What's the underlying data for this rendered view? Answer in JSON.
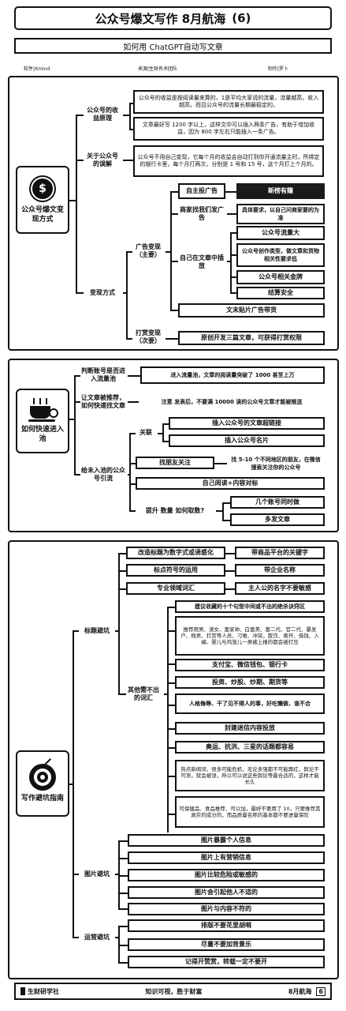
{
  "header": {
    "title": "公众号爆文写作 8月航海",
    "number": "(6)",
    "subtitle": "如何用 ChatGPT自动写文章",
    "meta_left": "软件|Xmind",
    "meta_mid": "来源|生财有术团队",
    "meta_right": "制作|罗卜"
  },
  "section1": {
    "title": "公众号爆文变现方式",
    "branches": {
      "b1": "公众号的收益原理",
      "b2": "关于公众号的误解",
      "b3": "变现方式"
    },
    "b1_items": [
      "公众号的收益是按阅读量来算的，1是平均大家说的流量，流量越高，收入越高，而且公众号的流量长期最稳定的。",
      "文章最好写 1200 字以上，这样文中可以插入两条广告，有助于增加收益，因为 800 字左右只能插入一条广告。"
    ],
    "b2_item": "公众号不用自己变现，它每个月的收益会自动打到你开通流量主时，所绑定的银行卡里，每个月打两次，分别是 1 号和 15 号，这个月打上个月的。",
    "b3_sub": {
      "ad": "广告变现（主要）",
      "tip": "打赏变现（次要）"
    },
    "ad_items": {
      "self_ad": "自主投广告",
      "business": "商家找我们发广告",
      "inline": "自己在文章中插放",
      "tail": "文末贴片广告带货"
    },
    "self_ad_detail": "新榜有赚",
    "business_detail": "具体要求，以自己问商家要的为准",
    "inline_details": [
      "公众号流量大",
      "公众号创作类型，做文章和货物相关性要求低",
      "公众号相关金牌",
      "结算安全"
    ],
    "tip_detail": "原创开发三篇文章，可获得打赏权限"
  },
  "section2": {
    "title": "如何快速进入池",
    "branches": {
      "b1": "判断账号是否进入流量池",
      "b2": "让文章被推荐，如何快速找文章",
      "b3": "给未入池的公众号引流"
    },
    "b1_item": "进入流量池，文章的阅读量突破了 1000 甚至上万",
    "b2_item": "注意 发表后，不要满 10000 读的公众号文章才能被推送",
    "b3_sub": {
      "s1": "关联",
      "s2": "找朋友关注",
      "s3": "自己阅读+内容对标",
      "s4": "提升 数量 如何取数?"
    },
    "s1_items": [
      "插入公众号的文章超链接",
      "插入公众号名片"
    ],
    "s2_item": "找 5-10 个不同地区的朋友，在微信搜索关注你的公众号",
    "s4_items": [
      "几个账号同时做",
      "多发文章"
    ]
  },
  "section3": {
    "title": "写作避坑指南",
    "branches": {
      "b1": "标题避坑",
      "b2": "图片避坑",
      "b3": "运营避坑"
    },
    "title_items": [
      "改造标题为数字式或诱惑化",
      "标点符号的运用",
      "专业领域词汇"
    ],
    "title_item_right": [
      "带商品平台的关键字",
      "带企业名称",
      "主人公的名字不要敏感"
    ],
    "sub_header": "其他需不出的词汇",
    "sub_items": [
      "建议收藏的十个句型中间或不出的绝杀诀窍区",
      "推荐用男、渣女、富家帅、白富美、富二代、官二代、暴发户、贱男、打赏等人员，刁难、冲突，欺诈、离开、借钱、入编、婴儿与鸡笼儿一类被上报的都会被打压",
      "支付宝、微信钱包、银行卡",
      "投资、炒股、炒期、期货等",
      "人格侮辱、干了见不得人的事，好吃懒做、谁不合",
      "封建迷信内容投放",
      "奥运、抗洪、三星的话题都容易",
      "热点新闻词、很多可能危机，无论多强都不可能再红，舆论不可测，就会被误，所以可以说这些舆论等最合适的，这样才能长久",
      "可保健品、食品推荐、可以加，最好不要用了 10，只要推荐其真实的成分的，而品质量名称的基本都不要进量保险"
    ],
    "pic_items": [
      "图片暴露个人信息",
      "图片上有营销信息",
      "图片比较危险或敏感的",
      "图片会引起他人不适的",
      "图片与内容不符的"
    ],
    "op_items": [
      "排版不要花里胡哨",
      "尽量不要加背景乐",
      "记得开赞赏，转载一定不要开"
    ]
  },
  "footer": {
    "left": "生财研学社",
    "mid": "知识可视，胜于财富",
    "right": "8月航海",
    "num": "6"
  },
  "icons": {
    "s1": "dollar-coin-icon",
    "s2": "coffee-cup-icon",
    "s3": "target-dart-icon"
  }
}
